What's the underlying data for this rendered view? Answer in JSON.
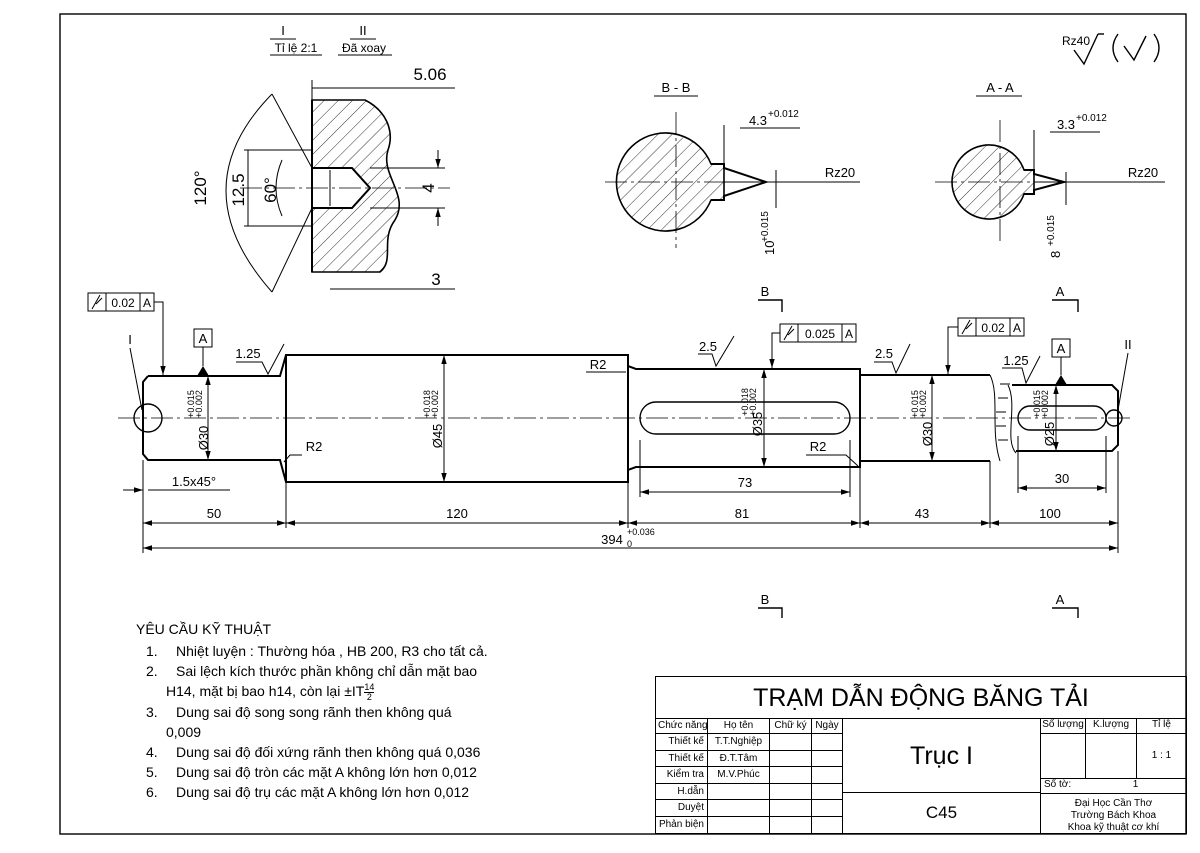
{
  "views": {
    "detail_label_1": "I",
    "detail_scale_1": "Tỉ lệ 2:1",
    "detail_label_2": "II",
    "detail_scale_2": "Đã xoay",
    "section_bb": "B - B",
    "section_aa": "A - A"
  },
  "detail_dims": {
    "d506": "5.06",
    "d120": "120°",
    "d125": "12.5",
    "d60": "60°",
    "d4": "4",
    "d3": "3"
  },
  "section_dims": {
    "bb_width": "4.3",
    "bb_width_tol": "+0.012",
    "bb_depth": "10",
    "bb_depth_tol": "+0.015",
    "aa_width": "3.3",
    "aa_width_tol": "+0.012",
    "aa_depth": "8",
    "aa_depth_tol": "+0.015",
    "rz20_b": "Rz20",
    "rz20_a": "Rz20"
  },
  "roughness": {
    "main": "Rz40"
  },
  "markers": {
    "cut_b": "B",
    "cut_a": "A",
    "datum_a": "A",
    "detail_i": "I",
    "detail_ii": "II"
  },
  "tolerance_frames": {
    "left": {
      "value": "0.02",
      "datum": "A"
    },
    "mid": {
      "value": "0.025",
      "datum": "A"
    },
    "right": {
      "value": "0.02",
      "datum": "A"
    }
  },
  "shaft_dims": {
    "r1_25a": "1.25",
    "r1_25b": "1.25",
    "r2_5a": "2.5",
    "r2_5b": "2.5",
    "r2a": "R2",
    "r2b": "R2",
    "r2c": "R2",
    "chamfer": "1.5x45°",
    "dia30a": "Ø30",
    "dia30a_tol_up": "+0.015",
    "dia30a_tol_lo": "+0.002",
    "dia45": "Ø45",
    "dia45_tol_up": "+0.018",
    "dia45_tol_lo": "+0.002",
    "dia35": "Ø35",
    "dia35_tol_up": "+0.018",
    "dia35_tol_lo": "+0.002",
    "dia30b": "Ø30",
    "dia30b_tol_up": "+0.015",
    "dia30b_tol_lo": "+0.002",
    "dia25": "Ø25",
    "dia25_tol_up": "+0.015",
    "dia25_tol_lo": "+0.002",
    "key73": "73",
    "key30": "30",
    "len50": "50",
    "len120": "120",
    "len81": "81",
    "len43": "43",
    "len100": "100",
    "total": "394",
    "total_tol_up": "+0.036",
    "total_tol_lo": "0"
  },
  "requirements": {
    "title": "YÊU CẦU KỸ THUẬT",
    "items": [
      {
        "num": "1.",
        "lines": [
          "Nhiệt luyện : Thường hóa , HB 200, R3 cho tất cả."
        ]
      },
      {
        "num": "2.",
        "lines": [
          "Sai lệch kích thước phần không chỉ dẫn mặt bao",
          "H14, mặt bị bao h14, còn lại ±IT"
        ],
        "frac_num": "14",
        "frac_den": "2"
      },
      {
        "num": "3.",
        "lines": [
          "Dung sai độ song song rãnh then không quá",
          "0,009"
        ]
      },
      {
        "num": "4.",
        "lines": [
          "Dung sai độ đối xứng rãnh then không quá 0,036"
        ]
      },
      {
        "num": "5.",
        "lines": [
          "Dung sai độ tròn các mặt A không lớn hơn 0,012"
        ]
      },
      {
        "num": "6.",
        "lines": [
          "Dung sai độ trụ các mặt A không lớn hơn 0,012"
        ]
      }
    ]
  },
  "title_block": {
    "project": "TRẠM DẪN ĐỘNG BĂNG TẢI",
    "part": "Trục I",
    "material": "C45",
    "col_role": "Chức năng",
    "col_name": "Họ tên",
    "col_sign": "Chữ ký",
    "col_date": "Ngày",
    "rows": [
      {
        "role": "Thiết kế",
        "name": "T.T.Nghiệp"
      },
      {
        "role": "Thiết kế",
        "name": "Đ.T.Tâm"
      },
      {
        "role": "Kiểm tra",
        "name": "M.V.Phúc"
      },
      {
        "role": "H.dẫn",
        "name": ""
      },
      {
        "role": "Duyệt",
        "name": ""
      },
      {
        "role": "Phản biện",
        "name": ""
      }
    ],
    "hdr_qty": "Số lượng",
    "hdr_mass": "K.lượng",
    "hdr_scale": "Tỉ lệ",
    "scale_value": "1 : 1",
    "sheet_label": "Số tờ:",
    "sheet_value": "1",
    "org_1": "Đại Học Cần Thơ",
    "org_2": "Trường Bách Khoa",
    "org_3": "Khoa kỹ thuật cơ khí"
  }
}
